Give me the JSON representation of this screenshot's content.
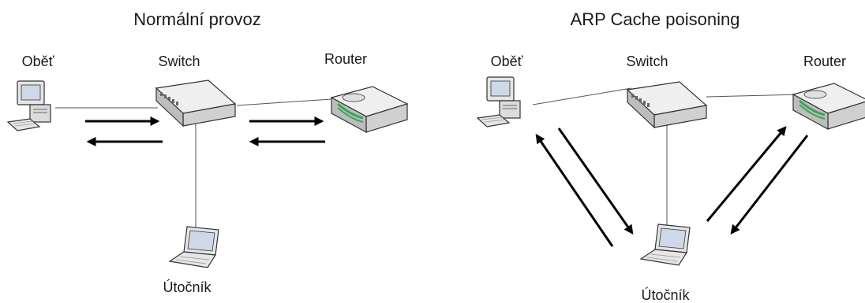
{
  "panels": [
    {
      "title": "Normální provoz",
      "labels": {
        "victim": "Oběť",
        "switch": "Switch",
        "router": "Router",
        "attacker": "Útočník"
      }
    },
    {
      "title": "ARP Cache poisoning",
      "labels": {
        "victim": "Oběť",
        "switch": "Switch",
        "router": "Router",
        "attacker": "Útočník"
      }
    }
  ],
  "colors": {
    "arrow": "#000000",
    "link": "#555555",
    "device_fill": "#e6e6e6",
    "device_stroke": "#333333",
    "router_led": "#3aa655",
    "screen": "#cfd8e6"
  }
}
